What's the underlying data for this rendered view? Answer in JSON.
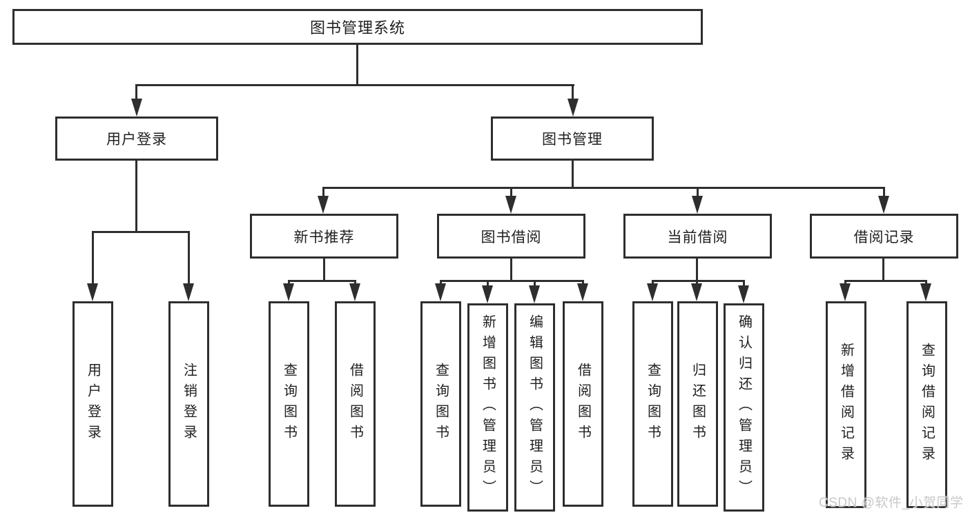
{
  "diagram": {
    "root": {
      "label": "图书管理系统"
    },
    "branches": [
      {
        "label": "用户登录",
        "children": [
          {
            "label": "用户登录"
          },
          {
            "label": "注销登录"
          }
        ]
      },
      {
        "label": "图书管理",
        "children": [
          {
            "label": "新书推荐",
            "children": [
              {
                "label": "查询图书"
              },
              {
                "label": "借阅图书"
              }
            ]
          },
          {
            "label": "图书借阅",
            "children": [
              {
                "label": "查询图书"
              },
              {
                "label": "新增图书（管理员）"
              },
              {
                "label": "编辑图书（管理员）"
              },
              {
                "label": "借阅图书"
              }
            ]
          },
          {
            "label": "当前借阅",
            "children": [
              {
                "label": "查询图书"
              },
              {
                "label": "归还图书"
              },
              {
                "label": "确认归还（管理员）"
              }
            ]
          },
          {
            "label": "借阅记录",
            "children": [
              {
                "label": "新增借阅记录"
              },
              {
                "label": "查询借阅记录"
              }
            ]
          }
        ]
      }
    ]
  },
  "watermark": {
    "text": "CSDN @软件_小贺同学"
  },
  "colors": {
    "line": "#2e2e2e",
    "text": "#1f1f1f",
    "background": "#ffffff",
    "watermark": "#c8c8c8"
  }
}
